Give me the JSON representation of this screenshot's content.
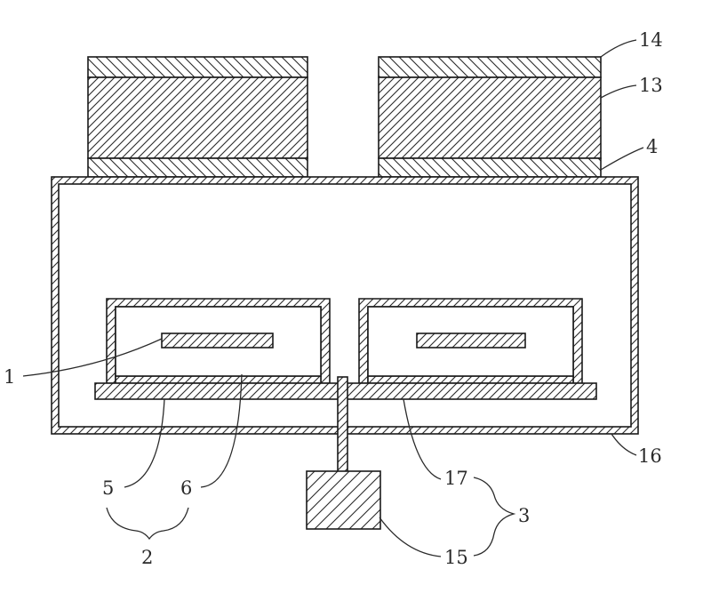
{
  "colors": {
    "line": "#1a1a1a",
    "hatch": "#2a2a2a",
    "background": "#ffffff"
  },
  "labels": {
    "ref_14": "14",
    "ref_13": "13",
    "ref_4": "4",
    "ref_1": "1",
    "ref_16": "16",
    "ref_5": "5",
    "ref_6": "6",
    "ref_17": "17",
    "ref_3": "3",
    "ref_2": "2",
    "ref_15": "15"
  }
}
